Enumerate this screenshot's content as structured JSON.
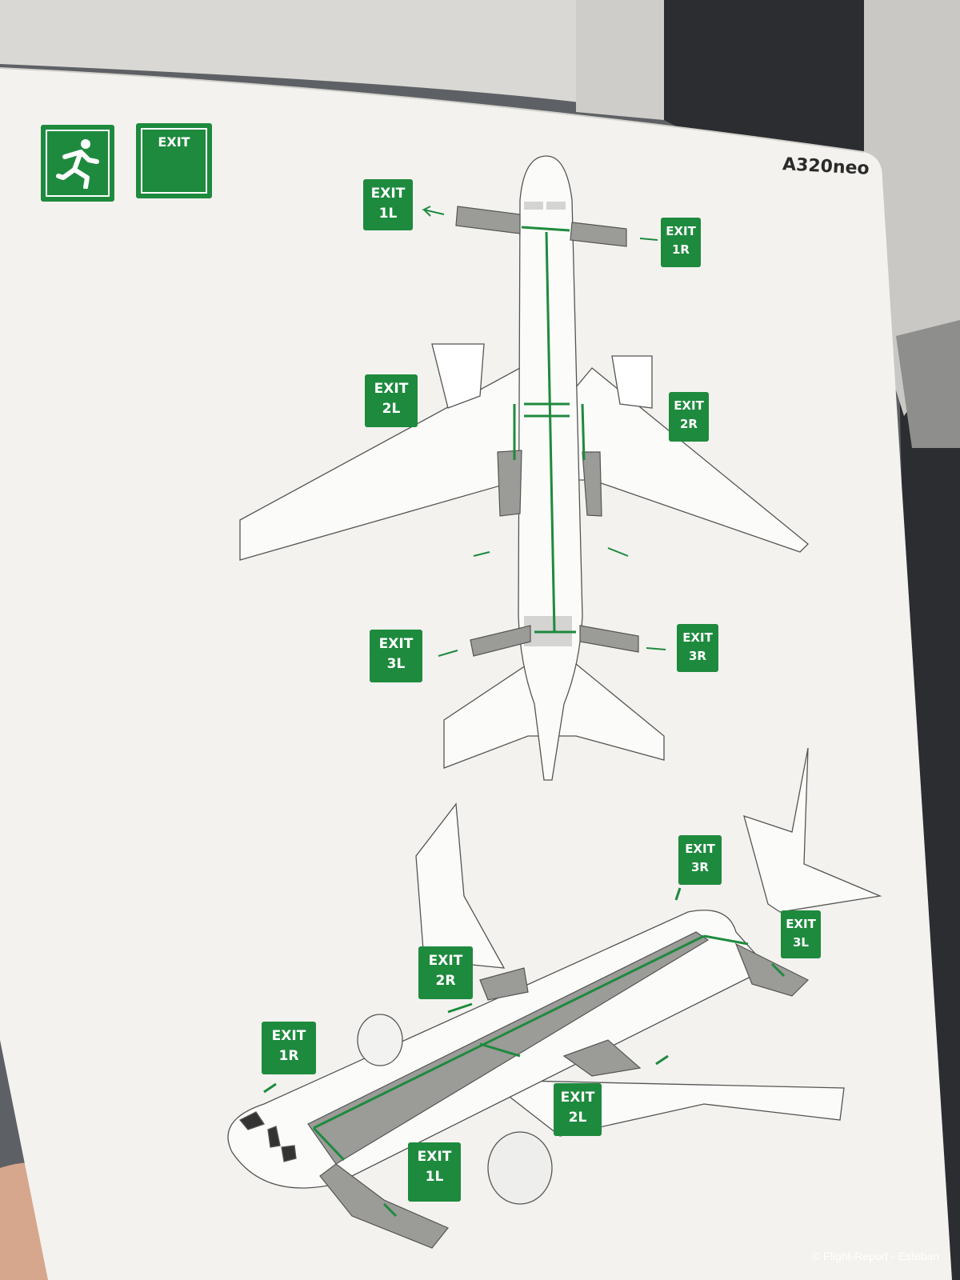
{
  "card": {
    "model": "A320neo",
    "exit_icon_label": "EXIT",
    "signs": [
      {
        "word": "EXIT",
        "door": "1L"
      },
      {
        "word": "EXIT",
        "door": "1R"
      },
      {
        "word": "EXIT",
        "door": "2L"
      },
      {
        "word": "EXIT",
        "door": "2R"
      },
      {
        "word": "EXIT",
        "door": "3L"
      },
      {
        "word": "EXIT",
        "door": "3R"
      }
    ],
    "perspective_signs": [
      {
        "word": "EXIT",
        "door": "3R"
      },
      {
        "word": "EXIT",
        "door": "3L"
      },
      {
        "word": "EXIT",
        "door": "2R"
      },
      {
        "word": "EXIT",
        "door": "1R"
      },
      {
        "word": "EXIT",
        "door": "2L"
      },
      {
        "word": "EXIT",
        "door": "1L"
      }
    ]
  },
  "colors": {
    "sign_green": "#1e8a3e",
    "paper": "#f3f2ee",
    "slide_gray": "#9b9b98"
  },
  "credit": "© Flight-Report - Esteban"
}
